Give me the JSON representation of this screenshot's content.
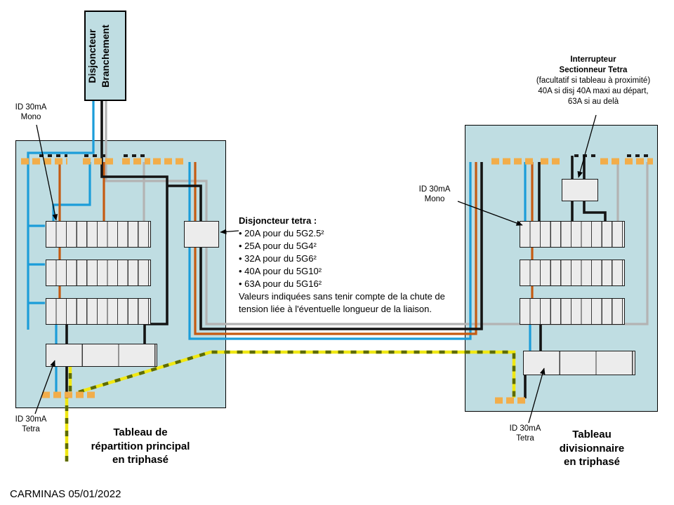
{
  "colors": {
    "panel-fill": "#bfdde2",
    "busbar": "#f2ad4a",
    "module-fill": "#ececec",
    "wire-blue": "#1b9dd9",
    "wire-orange": "#c55a11",
    "wire-black": "#141414",
    "wire-gray": "#b3b3b3",
    "earth-yellow": "#f0e813",
    "earth-green": "#5d6b00"
  },
  "branch_breaker": {
    "line1": "Disjoncteur",
    "line2": "Branchement"
  },
  "labels": {
    "id30_mono_left": {
      "line1": "ID 30mA",
      "line2": "Mono"
    },
    "id30_tetra_left": {
      "line1": "ID 30mA",
      "line2": "Tetra"
    },
    "id30_mono_right": {
      "line1": "ID 30mA",
      "line2": "Mono"
    },
    "id30_tetra_right": {
      "line1": "ID 30mA",
      "line2": "Tetra"
    }
  },
  "tetra_note": {
    "title": "Disjoncteur tetra :",
    "items": [
      "• 20A pour du 5G2.5²",
      "• 25A pour du 5G4²",
      "• 32A pour du 5G6²",
      "• 40A pour du 5G10²",
      "• 63A pour du 5G16²"
    ],
    "note1": "Valeurs indiquées sans tenir compte de la chute de",
    "note2": "tension liée à l'éventuelle  longueur de la liaison."
  },
  "interrupteur_note": {
    "line1": "Interrupteur",
    "line2": "Sectionneur Tetra",
    "line3": "(facultatif si tableau à proximité)",
    "line4": "40A si disj 40A maxi au départ,",
    "line5": "63A si au delà"
  },
  "left_panel": {
    "title1": "Tableau de",
    "title2": "répartition principal",
    "title3": "en triphasé"
  },
  "right_panel": {
    "title1": "Tableau",
    "title2": "divisionnaire",
    "title3": "en triphasé"
  },
  "footer": {
    "credit": "CARMINAS 05/01/2022"
  }
}
